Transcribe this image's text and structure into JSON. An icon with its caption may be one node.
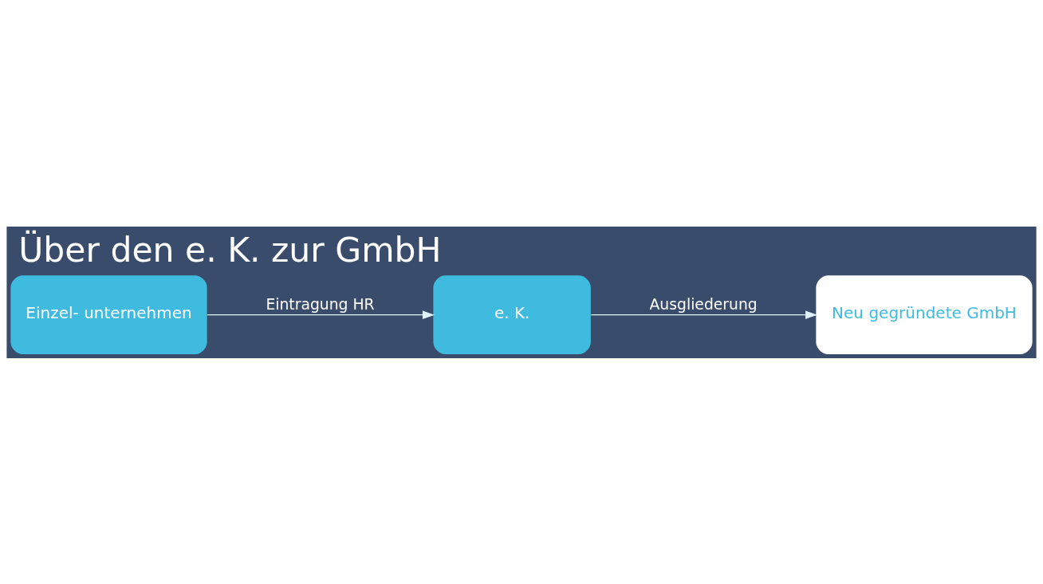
{
  "diagram": {
    "title": "Über den e. K. zur GmbH",
    "nodes": [
      {
        "text": [
          "Einzel- unternehmen"
        ]
      },
      {
        "text": [
          "e. K."
        ]
      },
      {
        "text": [
          "Neu gegründete GmbH"
        ]
      }
    ],
    "edges": [
      {
        "from": 0,
        "to": 1,
        "arrow": "to",
        "label": "Eintragung HR"
      },
      {
        "from": 1,
        "to": 2,
        "arrow": "to",
        "label": "Ausgliederung"
      }
    ]
  }
}
